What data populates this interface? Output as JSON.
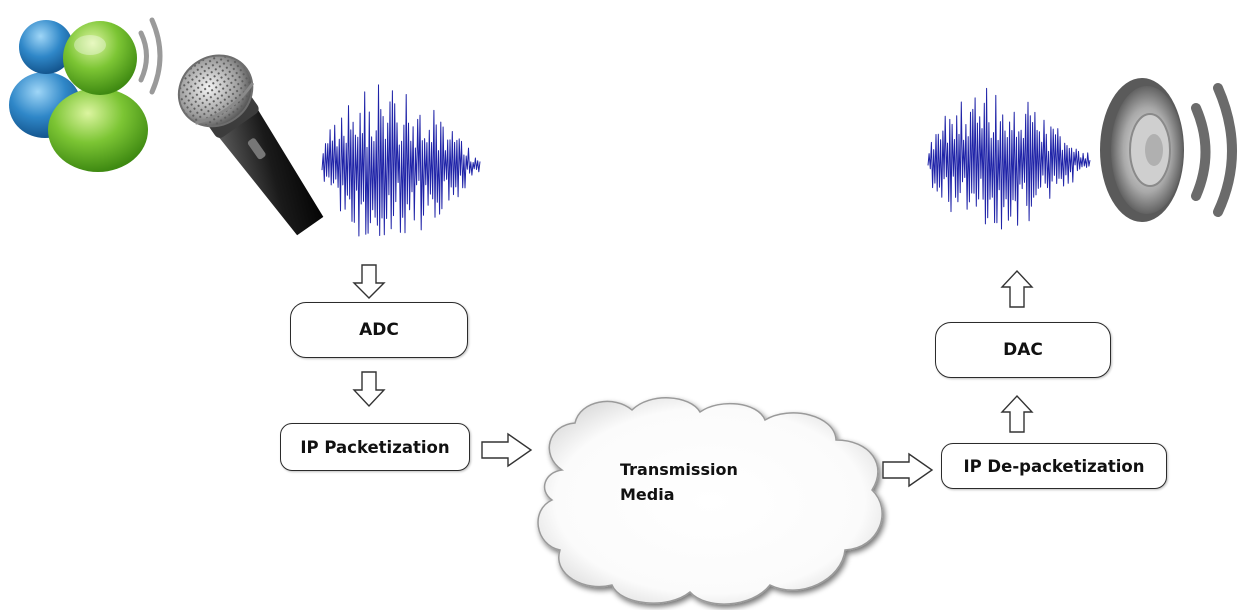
{
  "diagram": {
    "nodes": {
      "adc": "ADC",
      "ip_packetization": "IP Packetization",
      "transmission_media_line1": "Transmission",
      "transmission_media_line2": "Media",
      "ip_depacketization": "IP De-packetization",
      "dac": "DAC"
    },
    "flow": [
      "users-icon",
      "microphone-icon",
      "waveform",
      "ADC",
      "IP Packetization",
      "Transmission Media",
      "IP De-packetization",
      "DAC",
      "waveform",
      "speaker-icon"
    ],
    "icons": [
      "users-icon",
      "sound-waves-icon",
      "microphone-icon",
      "speaker-icon"
    ],
    "colors": {
      "waveform": "#1f23a8",
      "user_front": "#5fb528",
      "user_back": "#2f87c8",
      "box_border": "#2b2b2b"
    }
  }
}
